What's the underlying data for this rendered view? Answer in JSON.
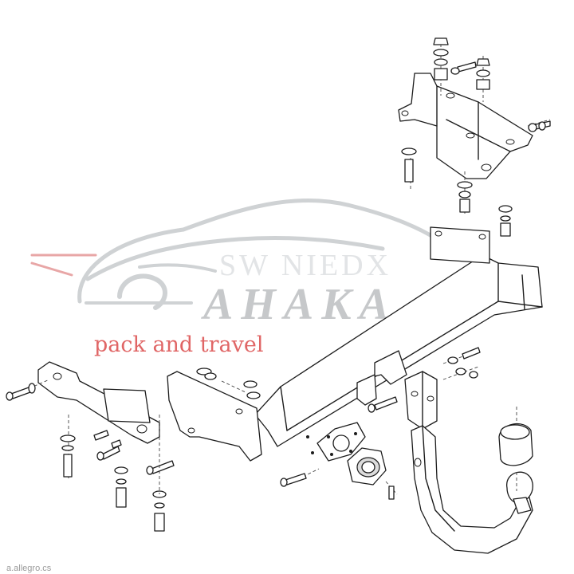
{
  "watermark": {
    "brand": "AHAKA",
    "faint_text": "SW NIEDX",
    "tagline": "pack and travel",
    "colors": {
      "car": "#cfd2d4",
      "brand_text": "#c6c8ca",
      "tagline": "#e06666",
      "accent": "#e8a6a6"
    }
  },
  "footer": {
    "credit": "a.allegro.cs"
  },
  "diagram": {
    "subject": "tow bar (hitch) exploded assembly",
    "colors": {
      "line": "#1c1c1c",
      "background": "#ffffff"
    }
  }
}
